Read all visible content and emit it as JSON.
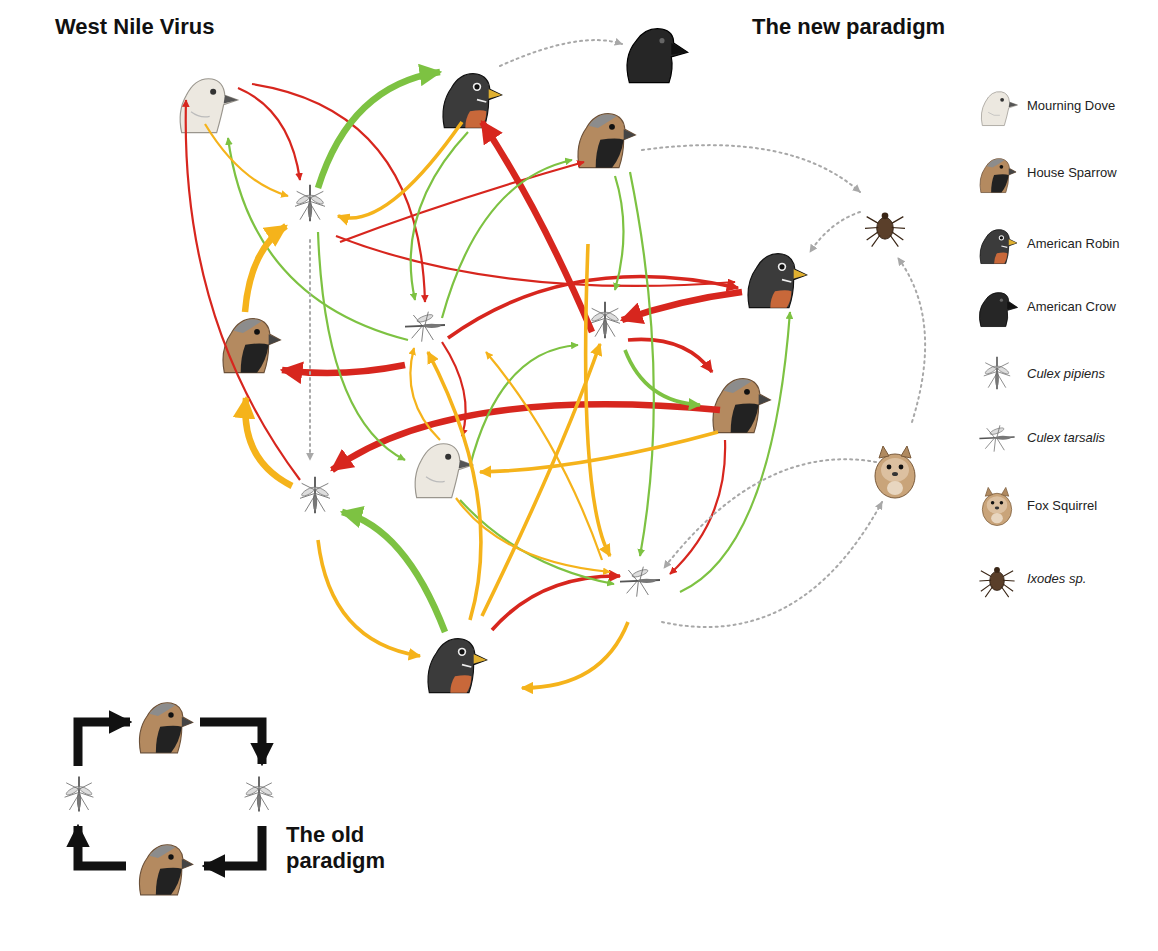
{
  "diagram": {
    "title": "West Nile Virus",
    "labels": [
      "The new paradigm",
      "The old paradigm"
    ],
    "legend": [
      {
        "text": "Mourning Dove"
      },
      {
        "text": "House Sparrow"
      },
      {
        "text": "American Robin"
      },
      {
        "text": "American Crow"
      },
      {
        "text": "Culex pipiens"
      },
      {
        "text": "Culex tarsalis"
      },
      {
        "text": "Fox Squirrel"
      },
      {
        "text": "Ixodes sp."
      }
    ]
  }
}
